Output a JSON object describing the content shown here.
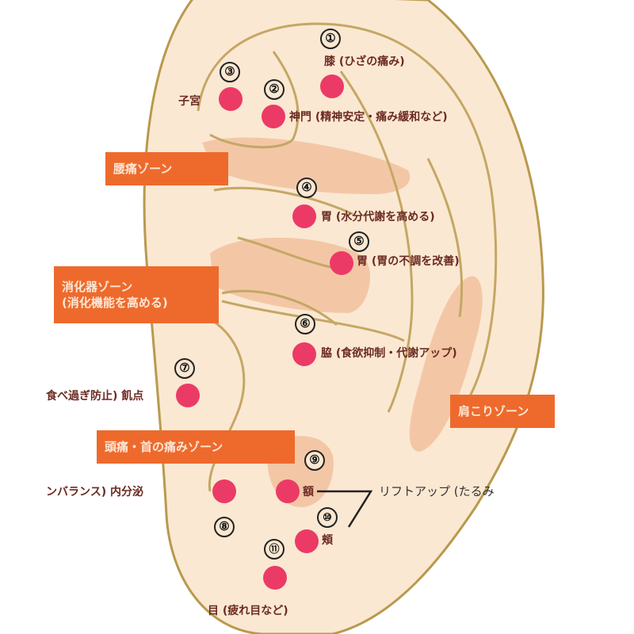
{
  "colors": {
    "ear_fill": "#fbe8d2",
    "ear_outline": "#b89a4e",
    "zone_fill": "#f3c7a6",
    "zone_box": "#ee6a2c",
    "zone_text": "#fde6d6",
    "point": "#ec3a67",
    "label_text": "#6b2a22"
  },
  "zones": [
    {
      "id": "lumbar",
      "label": "腰痛ゾーン"
    },
    {
      "id": "digestive",
      "label": "消化器ゾーン",
      "sublabel": "(消化機能を高める)"
    },
    {
      "id": "shoulder",
      "label": "肩こりゾーン"
    },
    {
      "id": "head",
      "label": "頭痛・首の痛みゾーン"
    }
  ],
  "points": [
    {
      "num": "①",
      "label": "膝 (ひざの痛み)"
    },
    {
      "num": "②",
      "label": "神門 (精神安定・痛み緩和など)"
    },
    {
      "num": "③",
      "label": "子宮"
    },
    {
      "num": "④",
      "label": "胃 (水分代謝を高める)"
    },
    {
      "num": "⑤",
      "label": "胃 (胃の不調を改善)"
    },
    {
      "num": "⑥",
      "label": "脇 (食欲抑制・代謝アップ)"
    },
    {
      "num": "⑦",
      "label": "食べ過ぎ防止) 飢点"
    },
    {
      "num": "⑧",
      "label": "ンバランス) 内分泌"
    },
    {
      "num": "⑨",
      "label": "額"
    },
    {
      "num": "⑩",
      "label": "頬"
    },
    {
      "num": "⑪",
      "label": "目 (疲れ目など)"
    }
  ],
  "annotation": {
    "label": "リフトアップ (たるみ"
  }
}
